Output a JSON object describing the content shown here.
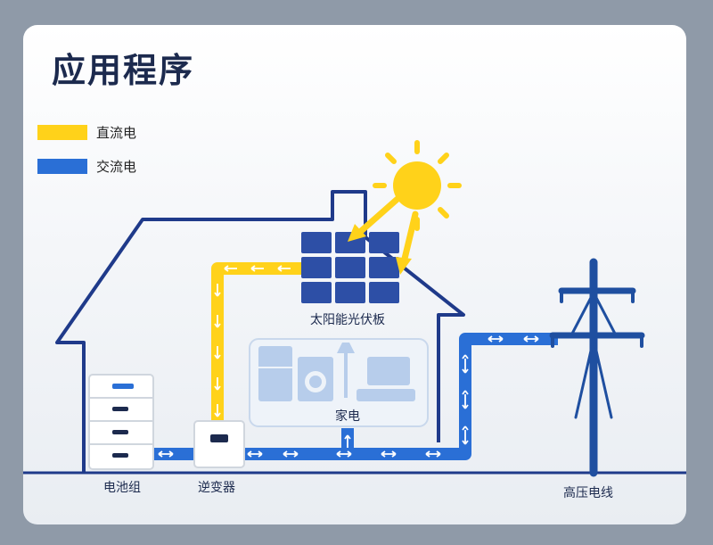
{
  "title": "应用程序",
  "legend": [
    {
      "label": "直流电",
      "color": "#ffd21a"
    },
    {
      "label": "交流电",
      "color": "#2a6fd6"
    }
  ],
  "labels": {
    "solar_panel": "太阳能光伏板",
    "appliances": "家电",
    "battery": "电池组",
    "inverter": "逆变器",
    "power_line": "高压电线"
  },
  "colors": {
    "house_outline": "#1f3a8a",
    "dc": "#ffd21a",
    "ac": "#2a6fd6",
    "sun": "#ffd21a",
    "panel": "#2d4fa6",
    "appliance": "#b7cdeb",
    "pylon": "#1f4fa0"
  }
}
